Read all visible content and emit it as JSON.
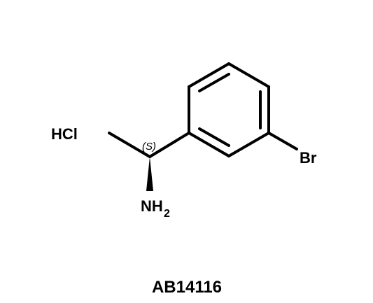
{
  "molecule": {
    "salt": "HCl",
    "stereo_descriptor": "(S)",
    "substituent": "Br",
    "amine": "NH",
    "amine_subscript": "2",
    "catalog_id": "AB14116"
  },
  "colors": {
    "ink": "#000000",
    "background": "#ffffff"
  }
}
